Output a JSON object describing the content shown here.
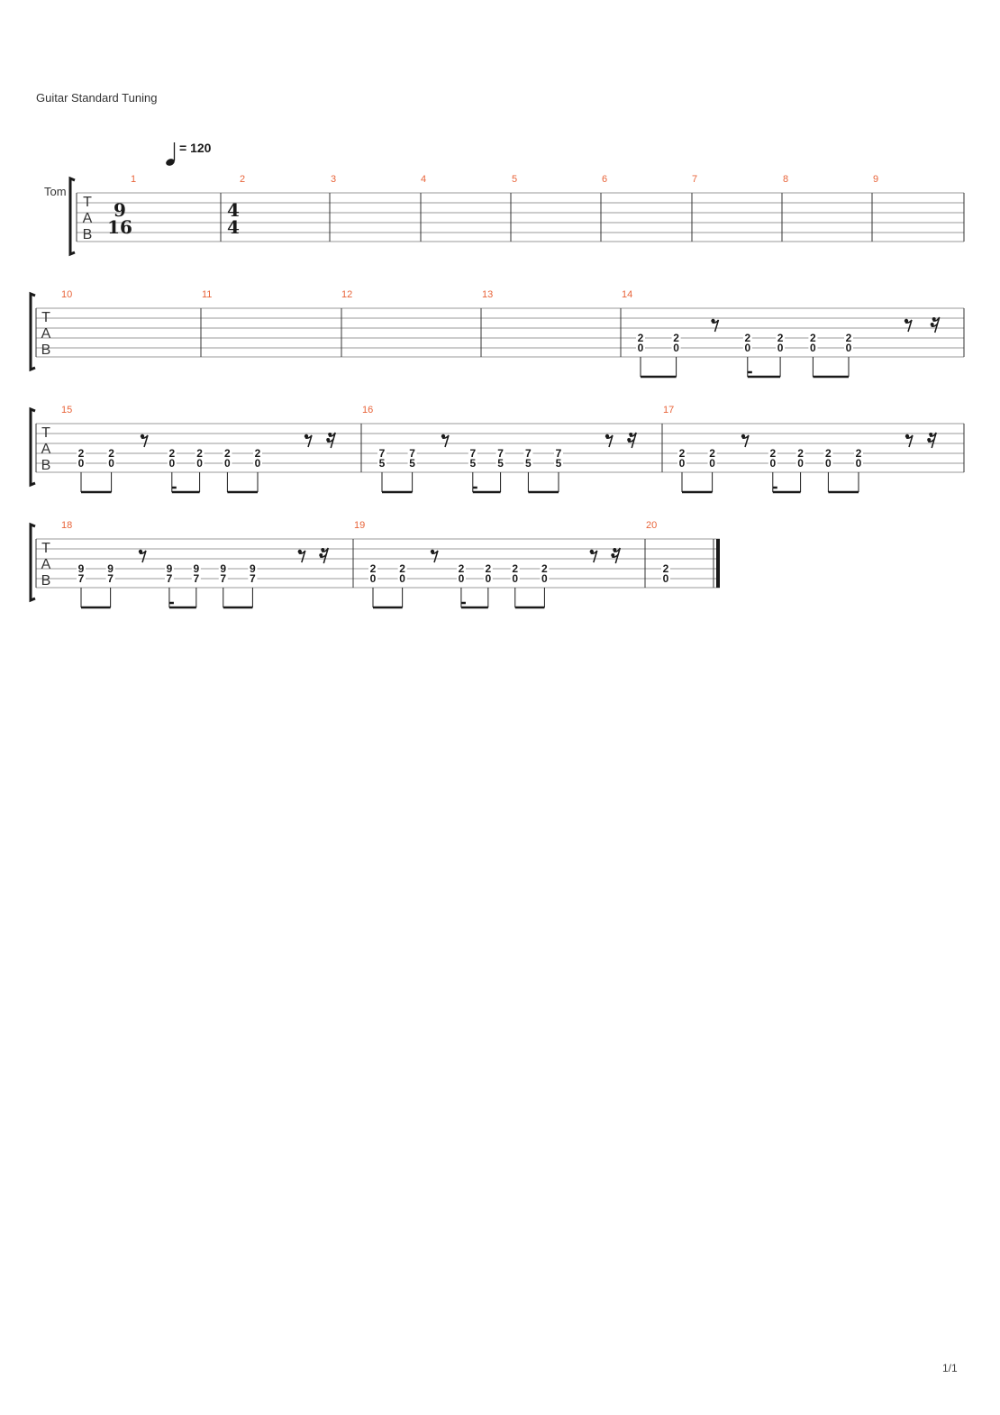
{
  "header": {
    "tuning_label": "Guitar Standard Tuning"
  },
  "tempo": {
    "value_text": "= 120",
    "note_icon": "quarter-note-icon"
  },
  "track": {
    "name": "Tom"
  },
  "tab_clef": [
    "T",
    "A",
    "B"
  ],
  "time_signatures": [
    {
      "measure": "1",
      "numerator": "9",
      "denominator": "16"
    },
    {
      "measure": "2",
      "numerator": "4",
      "denominator": "4"
    }
  ],
  "systems": [
    {
      "measures": [
        "1",
        "2",
        "3",
        "4",
        "5",
        "6",
        "7",
        "8",
        "9"
      ]
    },
    {
      "measures": [
        "10",
        "11",
        "12",
        "13",
        "14"
      ]
    },
    {
      "measures": [
        "15",
        "16",
        "17"
      ]
    },
    {
      "measures": [
        "18",
        "19",
        "20"
      ]
    }
  ],
  "measure_content": {
    "14": {
      "chord": [
        "2",
        "0"
      ]
    },
    "15": {
      "chord": [
        "2",
        "0"
      ]
    },
    "16": {
      "chord": [
        "7",
        "5"
      ]
    },
    "17": {
      "chord": [
        "2",
        "0"
      ]
    },
    "18": {
      "chord": [
        "9",
        "7"
      ]
    },
    "19": {
      "chord": [
        "2",
        "0"
      ]
    },
    "20": {
      "final_chord": [
        "2",
        "0"
      ]
    }
  },
  "colors": {
    "measure_number": "#e8643a",
    "line": "#9a9a9a",
    "ink": "#1a1a1a"
  },
  "footer": {
    "page_label": "1/1"
  }
}
